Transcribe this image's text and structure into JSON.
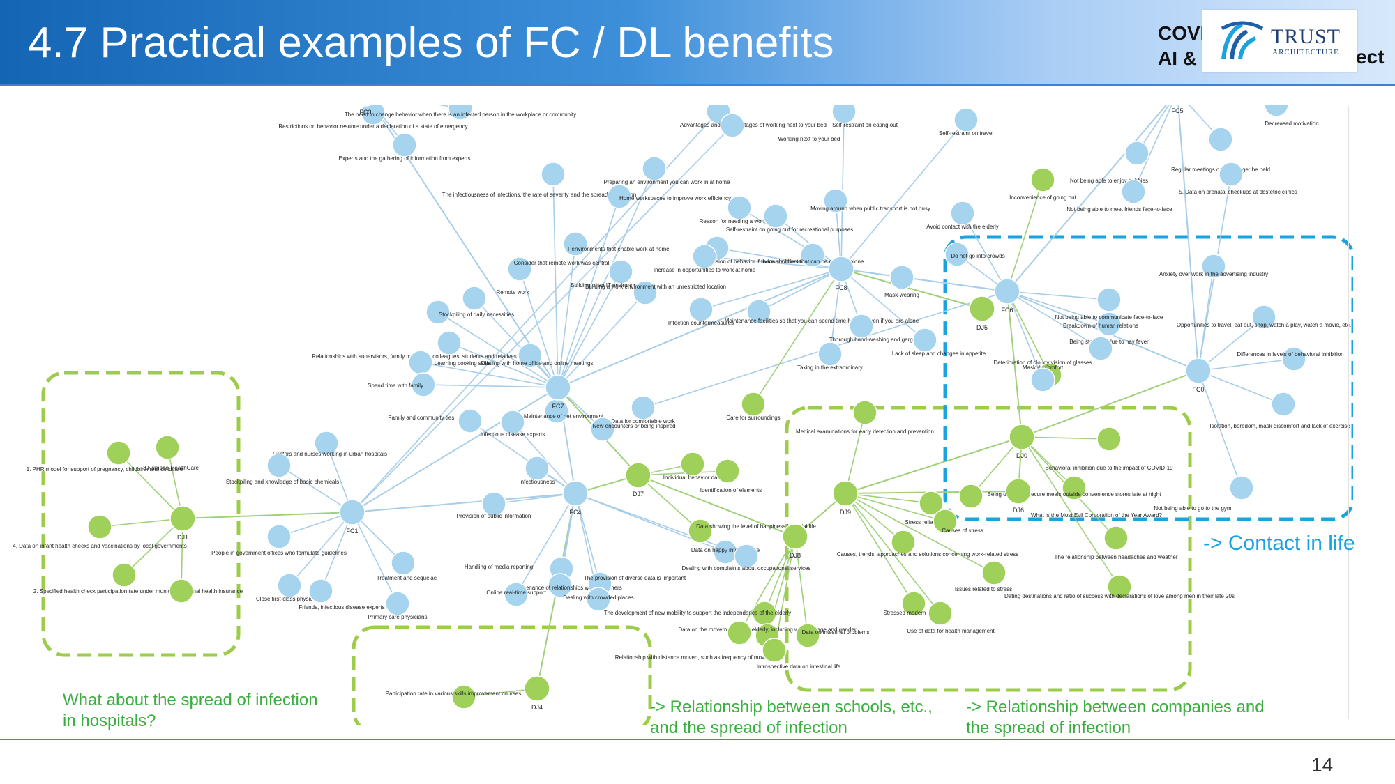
{
  "header": {
    "title": "4.7 Practical examples of FC / DL benefits",
    "project_line1": "COVI",
    "project_line2": "AI &",
    "project_suffix": "ect",
    "logo_word": "TRUST",
    "logo_sub": "ARCHITECTURE"
  },
  "colors": {
    "header_blue": "#1466b5",
    "fc_node": "#a6d4ee",
    "dl_node": "#9fd05a",
    "edge_blue": "#a8cde8",
    "edge_green": "#9fd07a",
    "green_dash": "#9ccc4a",
    "blue_dash": "#1ba3e0",
    "note_green": "#3aae3f",
    "note_blue": "#1ba3e0"
  },
  "graph": {
    "hub_labels": [
      "FC1",
      "FC4",
      "FC7",
      "FC8",
      "FC6",
      "FC0",
      "FC5",
      "FC3",
      "DJ1",
      "DJ4",
      "DJ7",
      "DJ0",
      "DJ6",
      "DJ9",
      "DJ8",
      "DJ5"
    ],
    "node_labels": [
      "Restrictions on behavior resume under a declaration of a state of emergency",
      "Experts and the gathering of information from experts",
      "The need to change behavior when there is an infected person in the workplace or community",
      "Advantages and disadvantages of working next to your bed",
      "Working next to your bed",
      "Self-restraint on eating out",
      "Self-restraint on travel",
      "The infectiousness of infections, the rate of severity and the spread of infection",
      "Preparing an environment you can work in at home",
      "Home workspaces to improve work efficiency",
      "IT environments that enable work at home",
      "Reason for needing a workplace",
      "Moving around when public transport is not busy",
      "Self-restraint on going out for recreational purposes",
      "Suppression of behavior if there are infected people",
      "Avoid contact with the elderly",
      "Do not go into crowds",
      "Consider that remote work was central",
      "Building of an IT environment",
      "Building a work environment with an unrestricted location",
      "Increase in opportunities to work at home",
      "Indoor hobbies that can be enjoyed alone",
      "Mask-wearing",
      "Remote work",
      "Stockpiling of daily necessities",
      "Relationships with supervisors, family members, colleagues, students and relatives",
      "Infection countermeasures",
      "Maintenance facilities so that you can spend time happily even if you are alone",
      "Thorough hand-washing and gargling",
      "Lack of sleep and changes in appetite",
      "Learning cooking skills",
      "Dealing with home office and online meetings",
      "Taking in the extraordinary",
      "Spend time with family",
      "Maintenance of net environment",
      "Data for comfortable work",
      "Care for surroundings",
      "Family and community ties",
      "New encounters or being inspired",
      "Infectious disease experts",
      "Doctors and nurses working in urban hospitals",
      "Stockpiling and knowledge of basic chemicals",
      "Infectiousness",
      "Individual behavior data",
      "Identification of elements",
      "Provision of public information",
      "Data showing the level of happiness in social life",
      "People in government offices who formulate guidelines",
      "Handling of media reporting",
      "Data on happy intestinal life",
      "Dealing with complaints about occupational services",
      "Treatment and sequelae",
      "Maintenance of relationships with customers",
      "The provision of diverse data is important",
      "Close first-class physicians",
      "Friends, infectious disease experts",
      "Online real-time support",
      "Dealing with crowded places",
      "Primary care physicians",
      "The development of new mobility to support the independence of the elderly",
      "Data on the movement of the elderly, including weather, age and gender",
      "Relationship with distance moved, such as frequency of movement",
      "Data on intestinal problems",
      "Introspective data on intestinal life",
      "Participation rate in various skills improvement courses",
      "Medical examinations for early detection and prevention",
      "Stress relief methods",
      "Causes of stress",
      "Causes, trends, approaches and solutions concerning work-related stress",
      "Issues related to stress",
      "Stressed modern people",
      "Use of data for health management",
      "The relationship between headaches and weather",
      "Dating destinations and ratio of success with declarations of love among men in their late 20s",
      "What is the Most Evil Corporation of the Year Award?",
      "Being difficult to secure meals outside convenience stores late at night",
      "Behavioral inhibition due to the impact of COVID-19",
      "Not being able to go to the gym",
      "Mask discomfort",
      "Deterioration of cloudy vision of glasses",
      "Being stared at due to hay fever",
      "Breakdown of human relations",
      "Not being able to communicate face-to-face",
      "Anxiety over work in the advertising industry",
      "Opportunities to travel, eat out, shop, watch a play, watch a movie, etc.",
      "Differences in levels of behavioral inhibition",
      "Isolation, boredom, mask discomfort and lack of exercise",
      "Regular meetings can no longer be held",
      "Decreased motivation",
      "Not being able to enjoy hobbies",
      "Inconvenience of going out",
      "Not being able to meet friends face-to-face",
      "5. Data on prenatal checkups at obstetric clinics",
      "3.Numbeo-HealthCare",
      "1. PHR model for support of pregnancy, childbirth and childcare",
      "4. Data on infant health checks and vaccinations by local governments",
      "2. Specified health check participation rate under municipal national health insurance"
    ]
  },
  "notes": {
    "hospitals": [
      "What about the spread of infection",
      "in hospitals?"
    ],
    "schools": [
      "-> Relationship between schools, etc.,",
      "and the spread of infection"
    ],
    "companies": [
      "-> Relationship between companies and",
      "the spread of infection"
    ],
    "contact": "-> Contact in life"
  },
  "page_number": "14"
}
